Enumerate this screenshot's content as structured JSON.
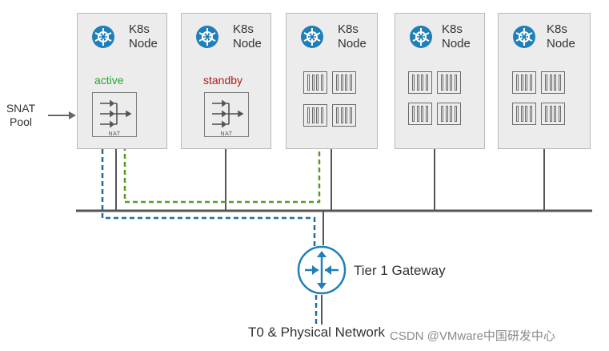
{
  "nodes": [
    {
      "title_line1": "K8s",
      "title_line2": "Node",
      "status": "active",
      "nat_label": "NAT"
    },
    {
      "title_line1": "K8s",
      "title_line2": "Node",
      "status": "standby",
      "nat_label": "NAT"
    },
    {
      "title_line1": "K8s",
      "title_line2": "Node"
    },
    {
      "title_line1": "K8s",
      "title_line2": "Node"
    },
    {
      "title_line1": "K8s",
      "title_line2": "Node"
    }
  ],
  "snat_pool": {
    "line1": "SNAT",
    "line2": "Pool"
  },
  "gateway": {
    "label": "Tier 1 Gateway"
  },
  "uplink": {
    "label": "T0 & Physical Network"
  },
  "watermark": "CSDN @VMware中国研发中心",
  "colors": {
    "active": "#2aa52a",
    "standby": "#b81818",
    "green_path": "#5a9a22",
    "blue_path": "#1f6ea3",
    "router": "#1f7fb8"
  }
}
